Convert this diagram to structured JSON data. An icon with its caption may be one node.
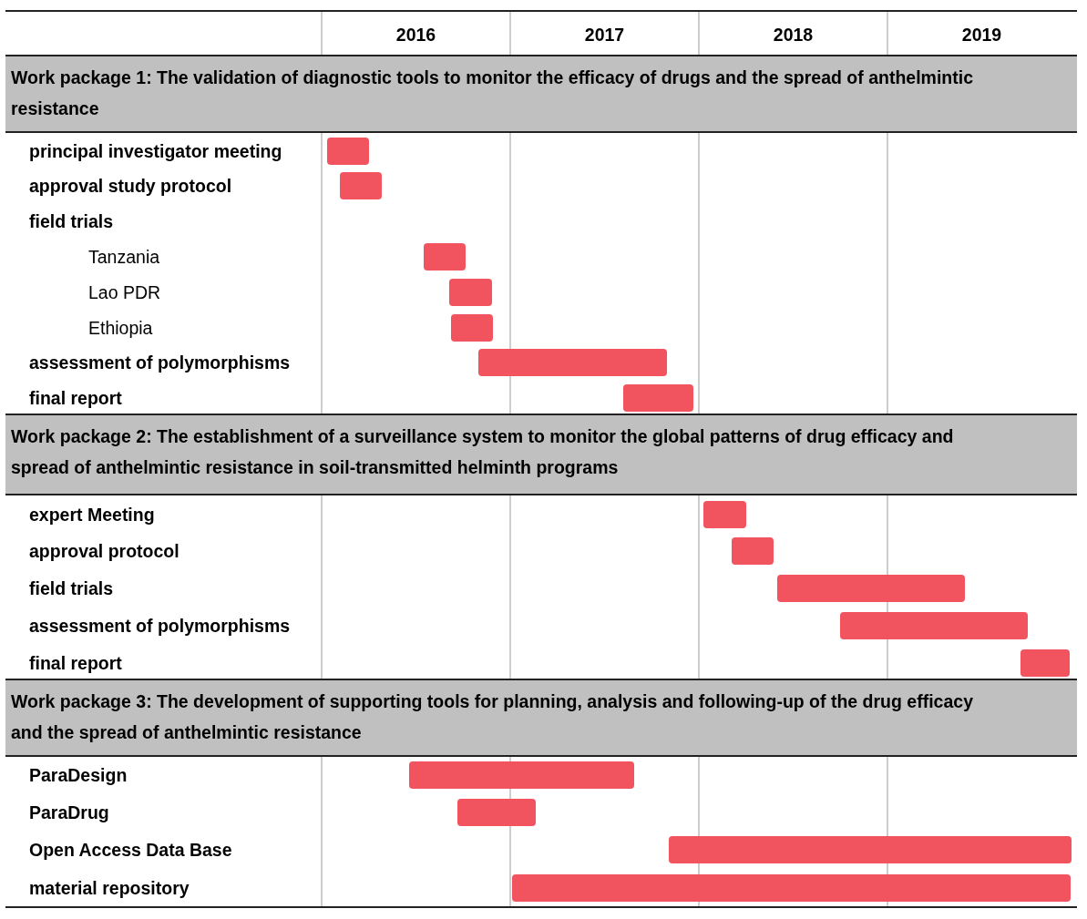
{
  "diagram": {
    "nodes": [
      {
        "text": [
          "Work package 1: The validation of diagnostic tools to monitor the efficacy of drugs and the spread of anthelmintic resistance"
        ]
      },
      {
        "text": [],
        "shape": "bar"
      },
      {
        "text": [],
        "shape": "bar"
      },
      {
        "text": [],
        "shape": "bar"
      },
      {
        "text": [],
        "shape": "bar"
      },
      {
        "text": [],
        "shape": "bar"
      },
      {
        "text": [],
        "shape": "bar"
      },
      {
        "text": [],
        "shape": "bar"
      },
      {
        "text": [
          "Work package 2: The establishment of a surveillance system to monitor the global patterns of drug efficacy and spread of anthelmintic resistance in soil-transmitted helminth programs"
        ]
      },
      {
        "text": [],
        "shape": "bar"
      },
      {
        "text": [],
        "shape": "bar"
      },
      {
        "text": [],
        "shape": "bar"
      },
      {
        "text": [],
        "shape": "bar"
      },
      {
        "text": [],
        "shape": "bar"
      },
      {
        "text": [
          "Work package 3: The development of supporting tools for planning, analysis and following-up of the drug efficacy and the spread of anthelmintic resistance"
        ]
      },
      {
        "text": [],
        "shape": "bar"
      },
      {
        "text": [],
        "shape": "bar"
      },
      {
        "text": [],
        "shape": "bar"
      },
      {
        "text": [],
        "shape": "bar"
      }
    ],
    "labels": [
      "2016",
      "2017",
      "2018",
      "2019",
      "principal investigator meeting",
      "approval study protocol",
      "field trials",
      "Tanzania",
      "Lao PDR",
      "Ethiopia",
      "assessment of polymorphisms",
      "final report",
      "expert Meeting",
      "approval protocol",
      "field trials",
      "assessment of polymorphisms",
      "final report",
      "ParaDesign",
      "ParaDrug",
      "Open Access Data Base",
      "material repository"
    ]
  }
}
